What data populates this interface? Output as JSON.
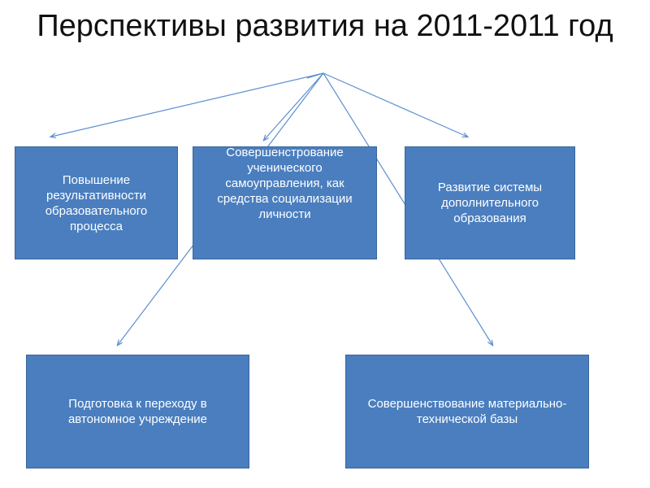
{
  "slide": {
    "title": "Перспективы развития на 2011-2011 год"
  },
  "boxes": {
    "results": "Повышение результативности образовательного процесса",
    "self_government": "Совершенстрование ученического самоуправления, как средства социализации личности",
    "additional_education": "Развитие системы дополнительного образования",
    "autonomy": "Подготовка к переходу в автономное учреждение",
    "material_base": "Совершенствование материально-технической базы"
  },
  "colors": {
    "box_fill": "#4a7ebf",
    "box_border": "#3a659a",
    "connector": "#5b8fd0",
    "title_text": "#111111"
  }
}
